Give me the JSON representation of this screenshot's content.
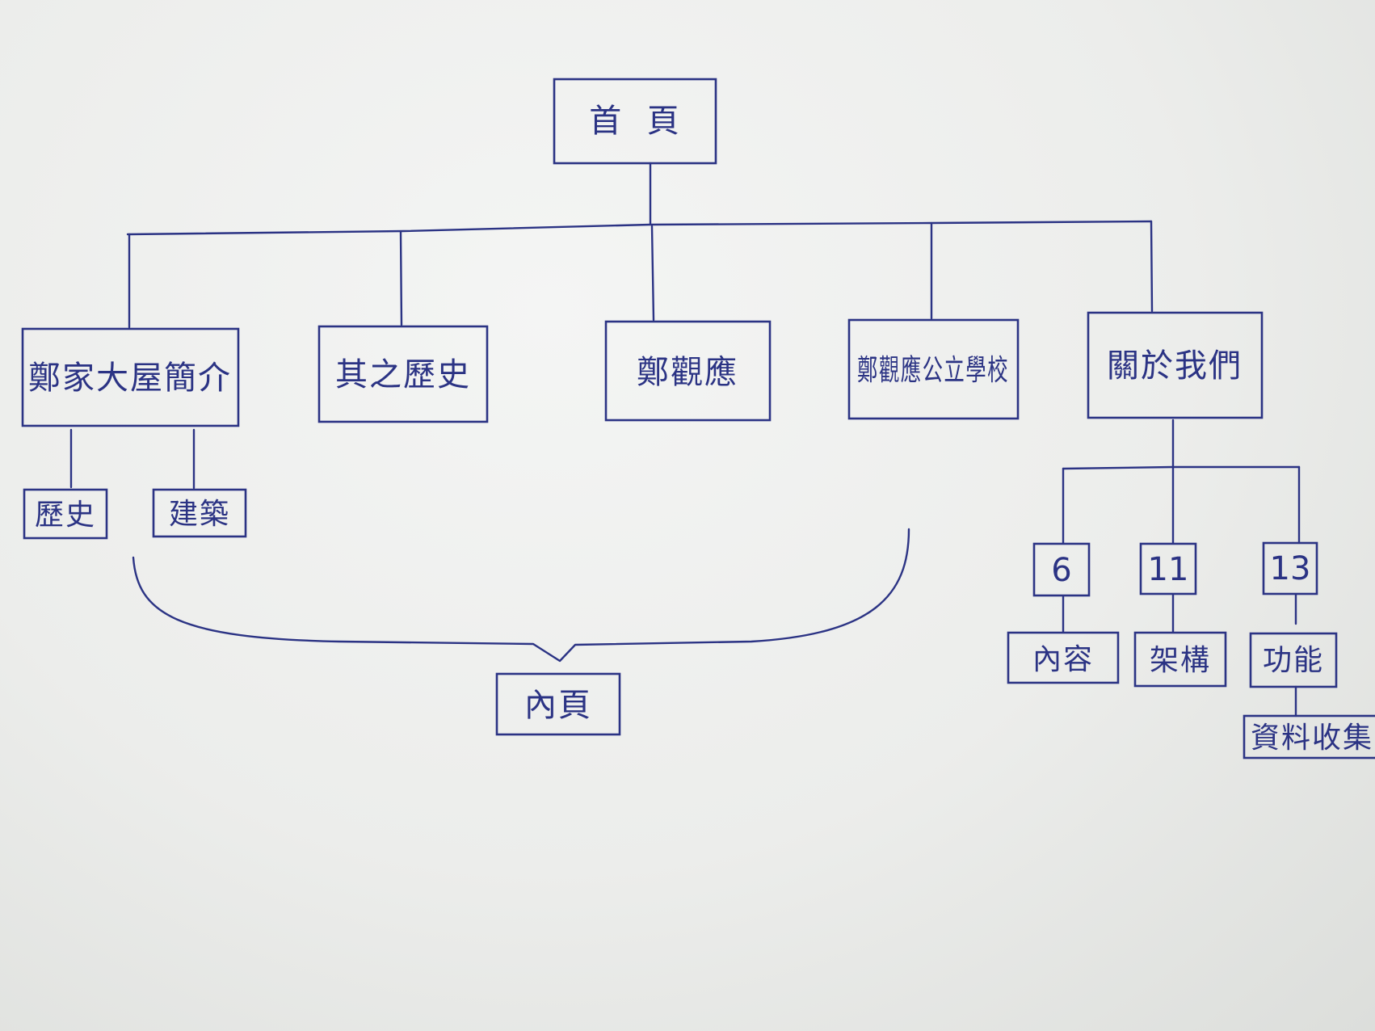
{
  "diagram": {
    "ink_color": "#2b3384",
    "paper_color": "#eeefed",
    "nodes": {
      "home": "首  頁",
      "mansion_intro": "鄭家大屋簡介",
      "its_history": "其之歷史",
      "zheng_guanying": "鄭觀應",
      "zheng_school": "鄭觀應公立學校",
      "about_us": "關於我們",
      "history": "歷史",
      "architecture": "建築",
      "inner_page": "內頁",
      "num_6": "6",
      "num_11": "11",
      "num_13": "13",
      "content": "內容",
      "structure": "架構",
      "function": "功能",
      "database": "資料收集"
    }
  }
}
